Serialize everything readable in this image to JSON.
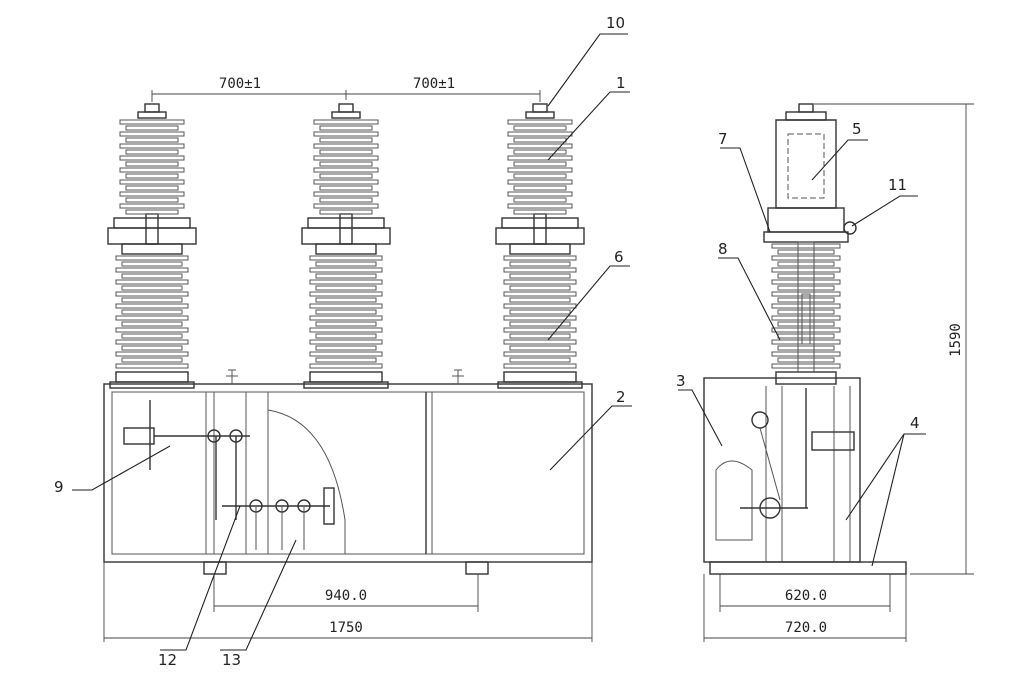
{
  "callouts": {
    "c1": "1",
    "c2": "2",
    "c3": "3",
    "c4": "4",
    "c5": "5",
    "c6": "6",
    "c7": "7",
    "c8": "8",
    "c9": "9",
    "c10": "10",
    "c11": "11",
    "c12": "12",
    "c13": "13"
  },
  "dimensions": {
    "pitch_left": "700±1",
    "pitch_right": "700±1",
    "mount_front": "940.0",
    "width_front": "1750",
    "height_side": "1590",
    "mount_side": "620.0",
    "width_side": "720.0"
  }
}
